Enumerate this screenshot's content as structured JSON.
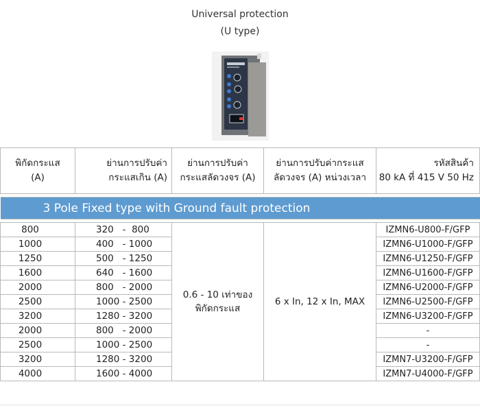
{
  "header": {
    "title": "Universal protection",
    "subtitle": "(U type)"
  },
  "table": {
    "headers": {
      "col1": [
        "พิกัดกระแส",
        "(A)"
      ],
      "col2": [
        "ย่านการปรับค่า",
        "กระแสเกิน (A)"
      ],
      "col3": [
        "ย่านการปรับค่า",
        "กระแสลัดวงจร (A)"
      ],
      "col4": [
        "ย่านการปรับค่ากระแส",
        "ลัดวงจร (A) หน่วงเวลา"
      ],
      "col5": [
        "รหัสสินค้า",
        "80 kA ที่ 415 V 50 Hz"
      ]
    },
    "section_title": "3 Pole Fixed type with Ground fault protection",
    "short_circuit_range": [
      "0.6 - 10 เท่าของ",
      "พิกัดกระแส"
    ],
    "delay_range": "6 x In, 12 x In, MAX",
    "rows": [
      {
        "rating": "800",
        "range": "320   -  800",
        "code": "IZMN6-U800-F/GFP"
      },
      {
        "rating": "1000",
        "range": "400   - 1000",
        "code": "IZMN6-U1000-F/GFP"
      },
      {
        "rating": "1250",
        "range": "500   - 1250",
        "code": "IZMN6-U1250-F/GFP"
      },
      {
        "rating": "1600",
        "range": "640   - 1600",
        "code": "IZMN6-U1600-F/GFP"
      },
      {
        "rating": "2000",
        "range": "800   - 2000",
        "code": "IZMN6-U2000-F/GFP"
      },
      {
        "rating": "2500",
        "range": "1000 - 2500",
        "code": "IZMN6-U2500-F/GFP"
      },
      {
        "rating": "3200",
        "range": "1280 - 3200",
        "code": "IZMN6-U3200-F/GFP"
      },
      {
        "rating": "2000",
        "range": "800   - 2000",
        "code": "-"
      },
      {
        "rating": "2500",
        "range": "1000 - 2500",
        "code": "-"
      },
      {
        "rating": "3200",
        "range": "1280 - 3200",
        "code": "IZMN7-U3200-F/GFP"
      },
      {
        "rating": "4000",
        "range": "1600 - 4000",
        "code": "IZMN7-U4000-F/GFP"
      }
    ]
  },
  "colors": {
    "band": "#5e9bd0",
    "grid": "#b9b9b9"
  },
  "icons": {
    "device": "trip-unit-device-image"
  }
}
